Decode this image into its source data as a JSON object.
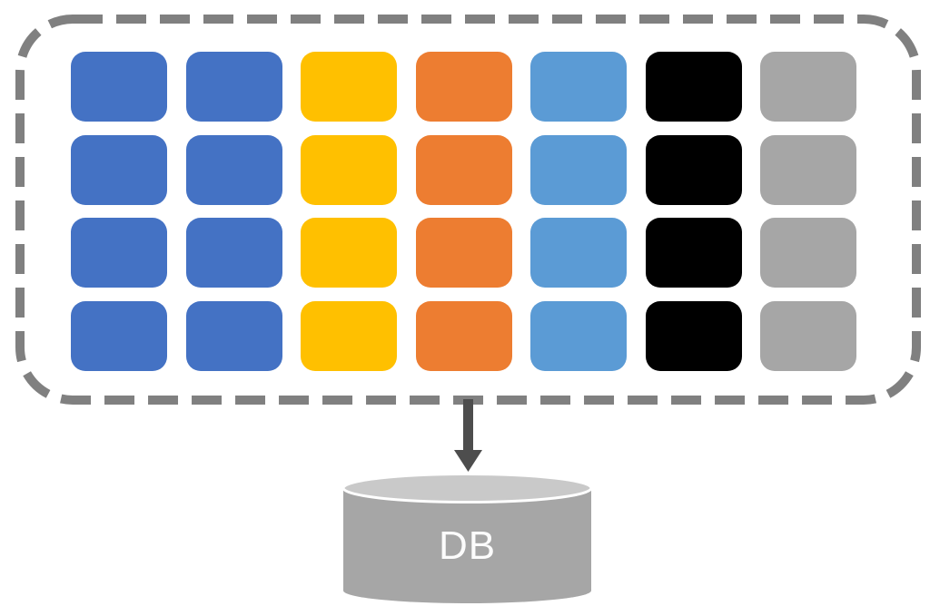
{
  "diagram": {
    "boundary": {
      "style": "dashed",
      "color": "#808080"
    },
    "tile_grid": {
      "rows": 4,
      "columns": [
        {
          "name": "blue",
          "color": "#4472C4"
        },
        {
          "name": "blue-2",
          "color": "#4472C4"
        },
        {
          "name": "gold",
          "color": "#FFC000"
        },
        {
          "name": "orange",
          "color": "#ED7D31"
        },
        {
          "name": "light-blue",
          "color": "#5B9BD5"
        },
        {
          "name": "black",
          "color": "#000000"
        },
        {
          "name": "gray",
          "color": "#A6A6A6"
        }
      ]
    },
    "arrow": {
      "direction": "down",
      "color": "#4D4D4D"
    },
    "database": {
      "label": "DB",
      "body_color": "#A6A6A6",
      "top_color": "#C9C9C9",
      "label_color": "#FCFCFC"
    }
  }
}
